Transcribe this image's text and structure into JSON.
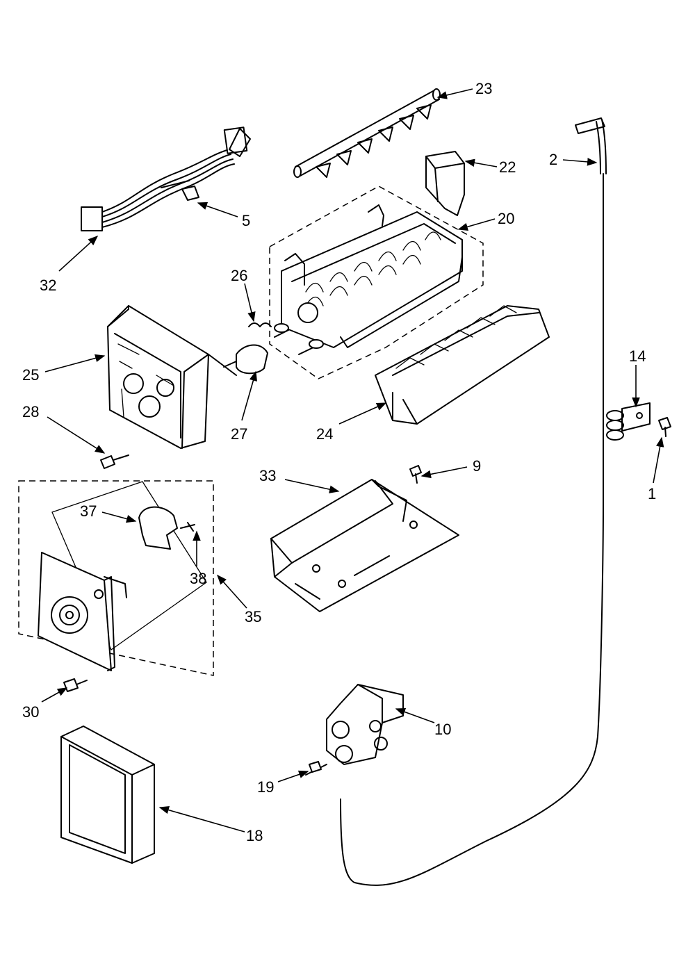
{
  "callouts": {
    "c1": "1",
    "c2": "2",
    "c5": "5",
    "c9": "9",
    "c10": "10",
    "c14": "14",
    "c18": "18",
    "c19": "19",
    "c20": "20",
    "c22": "22",
    "c23": "23",
    "c24": "24",
    "c25": "25",
    "c26": "26",
    "c27": "27",
    "c28": "28",
    "c30": "30",
    "c32": "32",
    "c33": "33",
    "c35": "35",
    "c37": "37",
    "c38": "38"
  },
  "colors": {
    "ink": "#000000",
    "paper": "#ffffff"
  }
}
